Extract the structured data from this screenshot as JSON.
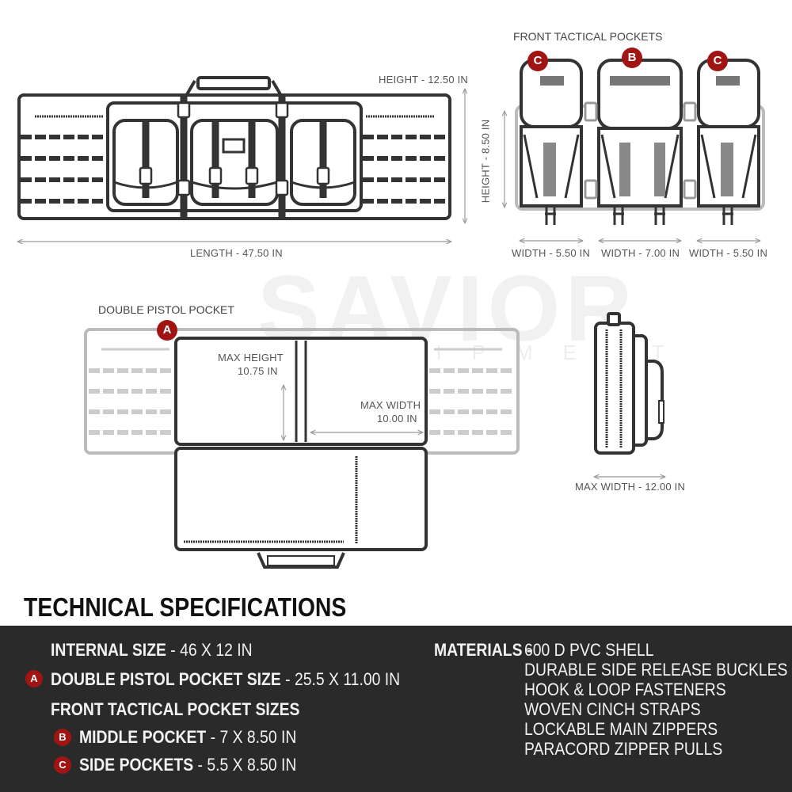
{
  "top_view": {
    "height_label": "HEIGHT - 12.50 IN",
    "length_label": "LENGTH - 47.50 IN"
  },
  "front_pockets": {
    "title": "FRONT TACTICAL POCKETS",
    "badge_left": "C",
    "badge_middle": "B",
    "badge_right": "C",
    "height_label": "HEIGHT - 8.50 IN",
    "width_left": "WIDTH - 5.50 IN",
    "width_middle": "WIDTH - 7.00 IN",
    "width_right": "WIDTH - 5.50 IN"
  },
  "pistol_pocket": {
    "title": "DOUBLE PISTOL POCKET",
    "badge": "A",
    "max_height_label": "MAX HEIGHT",
    "max_height_value": "10.75 IN",
    "max_width_label": "MAX WIDTH",
    "max_width_value": "10.00 IN"
  },
  "side_view": {
    "max_width_label": "MAX WIDTH - 12.00 IN"
  },
  "watermark": {
    "brand": "SAVIOR",
    "sub": "EQUIPMENT"
  },
  "specs": {
    "heading": "TECHNICAL SPECIFICATIONS",
    "internal_size_label": "INTERNAL SIZE",
    "internal_size_value": " - 46 X 12 IN",
    "pistol_badge": "A",
    "pistol_label": "DOUBLE PISTOL POCKET SIZE",
    "pistol_value": " - 25.5 X 11.00 IN",
    "front_heading": "FRONT TACTICAL POCKET SIZES",
    "middle_badge": "B",
    "middle_label": "MIDDLE POCKET",
    "middle_value": " - 7 X 8.50 IN",
    "side_badge": "C",
    "side_label": "SIDE POCKETS",
    "side_value": " - 5.5 X 8.50 IN",
    "materials_label": "MATERIALS - ",
    "materials": [
      "600 D PVC SHELL",
      "DURABLE SIDE RELEASE BUCKLES",
      "HOOK & LOOP FASTENERS",
      "WOVEN CINCH STRAPS",
      "LOCKABLE MAIN ZIPPERS",
      "PARACORD ZIPPER PULLS"
    ]
  }
}
